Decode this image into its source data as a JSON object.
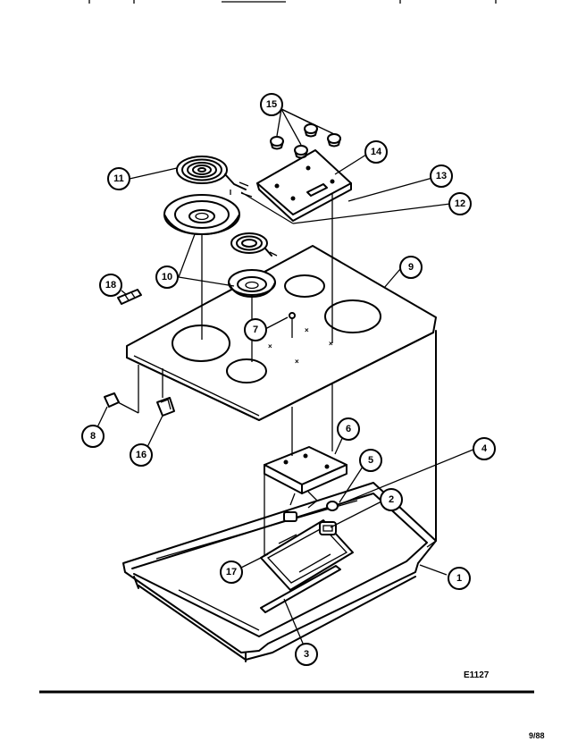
{
  "callouts": [
    "1",
    "2",
    "3",
    "4",
    "5",
    "6",
    "7",
    "8",
    "9",
    "10",
    "11",
    "12",
    "13",
    "14",
    "15",
    "16",
    "17",
    "18"
  ],
  "diagram_code": "E1127",
  "page_date": "9/88"
}
